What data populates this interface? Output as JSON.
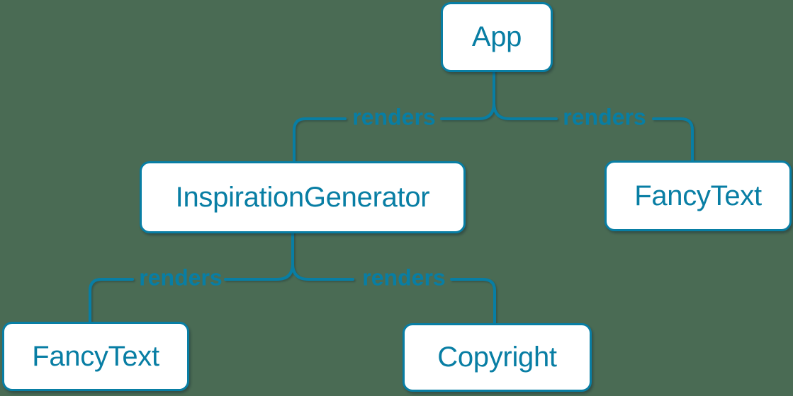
{
  "diagram": {
    "nodes": [
      {
        "id": "app",
        "label": "App"
      },
      {
        "id": "inspiration-generator",
        "label": "InspirationGenerator"
      },
      {
        "id": "fancy-text-right",
        "label": "FancyText"
      },
      {
        "id": "fancy-text-left",
        "label": "FancyText"
      },
      {
        "id": "copyright",
        "label": "Copyright"
      }
    ],
    "edges": [
      {
        "from": "App",
        "to": "InspirationGenerator",
        "label": "renders"
      },
      {
        "from": "App",
        "to": "FancyText",
        "label": "renders"
      },
      {
        "from": "InspirationGenerator",
        "to": "FancyText",
        "label": "renders"
      },
      {
        "from": "InspirationGenerator",
        "to": "Copyright",
        "label": "renders"
      }
    ]
  },
  "colors": {
    "accent": "#087ea4",
    "node_fill": "#ffffff",
    "background": "#4a6b54"
  }
}
